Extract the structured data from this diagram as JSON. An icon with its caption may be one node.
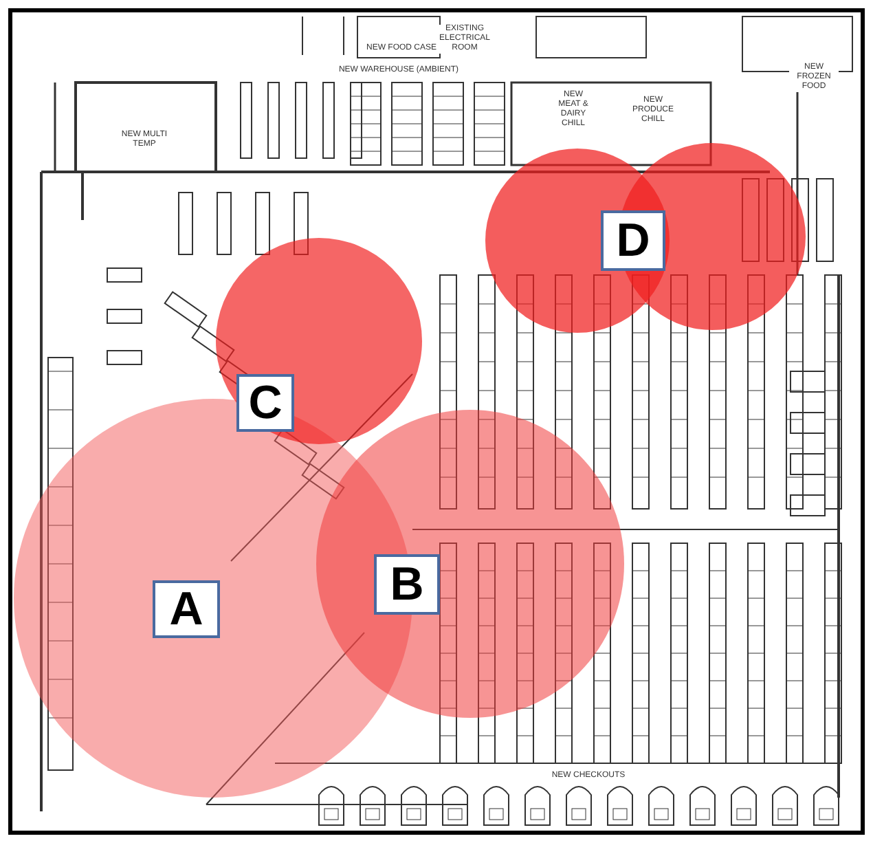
{
  "diagram": {
    "nodes": [
      {
        "text": [
          "A"
        ]
      },
      {
        "text": [
          "B"
        ]
      },
      {
        "text": [
          "C"
        ]
      },
      {
        "text": [
          "D"
        ]
      }
    ],
    "labels": [
      "EXISTING ELECTRICAL ROOM",
      "NEW FOOD CASE",
      "NEW WAREHOUSE (AMBIENT)",
      "NEW MULTI TEMP",
      "NEW MEAT & DAIRY CHILL",
      "NEW PRODUCE CHILL",
      "NEW FROZEN FOOD",
      "NEW CHECKOUTS"
    ]
  }
}
